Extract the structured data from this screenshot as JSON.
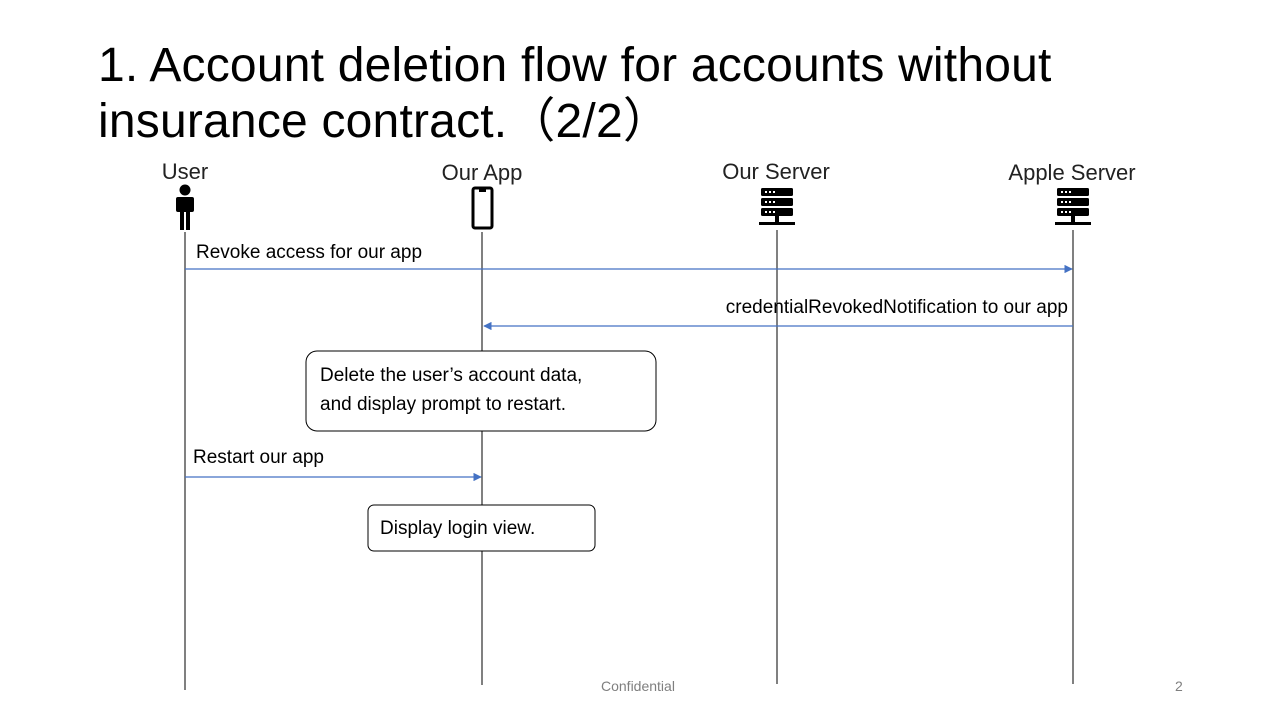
{
  "slide": {
    "title_line1": "1. Account deletion flow for accounts without",
    "title_line2": "insurance contract.（2/2）"
  },
  "actors": [
    {
      "label": "User",
      "icon": "person-icon"
    },
    {
      "label": "Our App",
      "icon": "smartphone-icon"
    },
    {
      "label": "Our Server",
      "icon": "server-icon"
    },
    {
      "label": "Apple Server",
      "icon": "server-icon"
    }
  ],
  "messages": [
    {
      "label": "Revoke access for our app",
      "from": "User",
      "to": "Apple Server"
    },
    {
      "label": "credentialRevokedNotification to our app",
      "from": "Apple Server",
      "to": "Our App"
    },
    {
      "label": "Restart our app",
      "from": "User",
      "to": "Our App"
    }
  ],
  "notes": [
    {
      "line1": "Delete the user’s account data,",
      "line2": "and display prompt to restart."
    },
    {
      "line1": "Display login view."
    }
  ],
  "colors": {
    "arrow": "#4472c4",
    "lifeline": "#000000",
    "footer_text": "#7f7f7f"
  },
  "footer": {
    "confidential": "Confidential",
    "page_number": "2"
  }
}
